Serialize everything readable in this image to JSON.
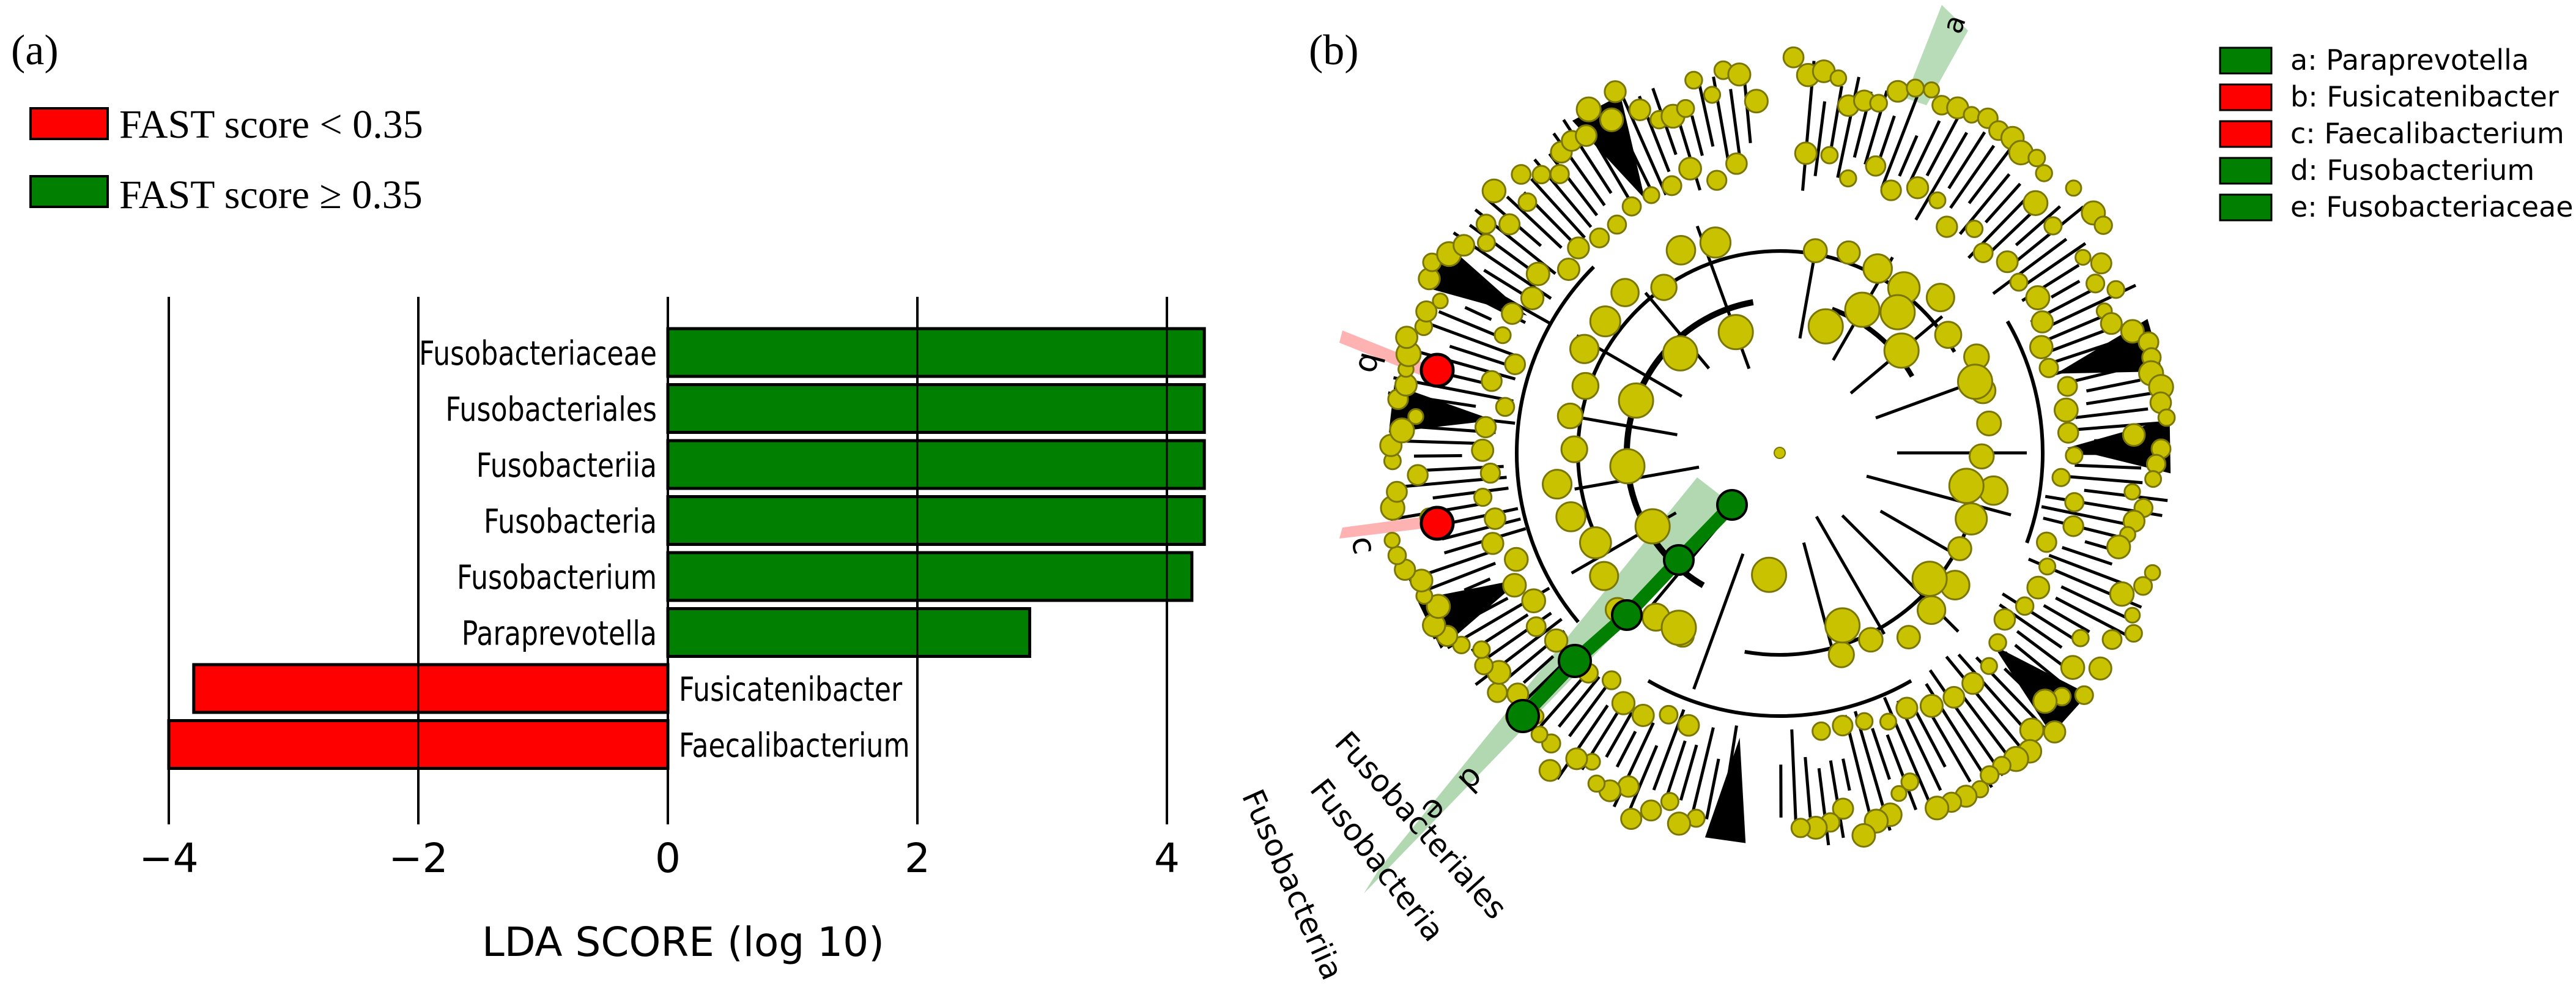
{
  "panel_a": {
    "label": "(a)",
    "legend": [
      {
        "text": "FAST score < 0.35",
        "color": "#ff0000"
      },
      {
        "text": "FAST score ≥ 0.35",
        "color": "#007f00"
      }
    ]
  },
  "panel_b": {
    "label": "(b)",
    "legend": [
      {
        "text": "a: Paraprevotella",
        "color": "#007f00"
      },
      {
        "text": "b: Fusicatenibacter",
        "color": "#ff0000"
      },
      {
        "text": "c: Faecalibacterium",
        "color": "#ff0000"
      },
      {
        "text": "d: Fusobacterium",
        "color": "#007f00"
      },
      {
        "text": "e: Fusobacteriaceae",
        "color": "#007f00"
      }
    ],
    "node_color": "#c8c200",
    "tree_labels": {
      "a_top": "a",
      "b": "b",
      "c": "c",
      "d": "d",
      "e": "e",
      "fusobacteriales": "Fusobacteriales",
      "fusobacteria": "Fusobacteria",
      "fusobacteriia": "Fusobacteriia"
    }
  },
  "chart_data": {
    "type": "bar",
    "orientation": "horizontal",
    "categories": [
      "Fusobacteriaceae",
      "Fusobacteriales",
      "Fusobacteriia",
      "Fusobacteria",
      "Fusobacterium",
      "Paraprevotella",
      "Fusicatenibacter",
      "Faecalibacterium"
    ],
    "values": [
      4.3,
      4.3,
      4.3,
      4.3,
      4.2,
      2.9,
      -3.8,
      -4.0
    ],
    "colors": [
      "#007f00",
      "#007f00",
      "#007f00",
      "#007f00",
      "#007f00",
      "#007f00",
      "#ff0000",
      "#ff0000"
    ],
    "xlabel": "LDA SCORE (log 10)",
    "xlim": [
      -4.0,
      4.3
    ],
    "xticks": [
      -4,
      -2,
      0,
      2,
      4
    ],
    "xtick_labels": [
      "−4",
      "−2",
      "0",
      "2",
      "4"
    ],
    "grid": true
  }
}
